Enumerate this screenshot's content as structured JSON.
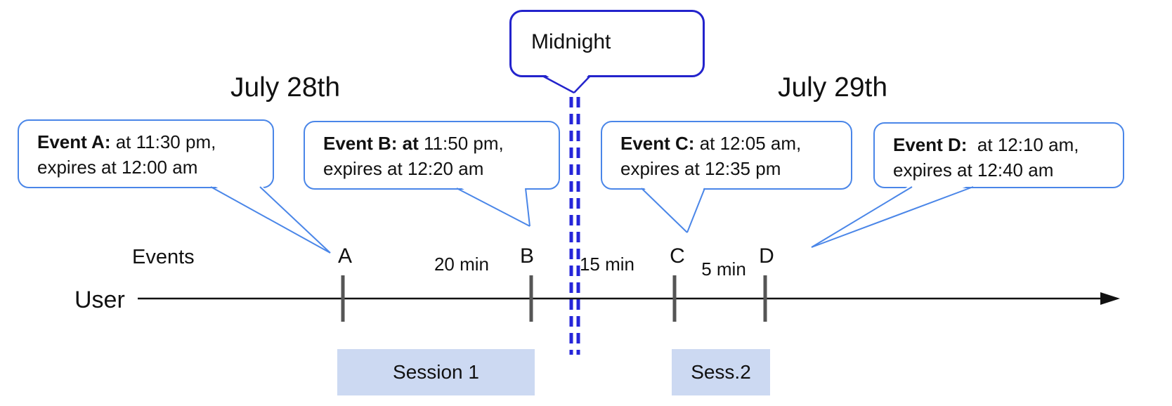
{
  "diagram": {
    "title_left_date": "July 28th",
    "title_right_date": "July 29th",
    "midnight_label": "Midnight",
    "axis": {
      "events_label": "Events",
      "user_label": "User"
    },
    "ticks": [
      {
        "label": "A"
      },
      {
        "label": "B"
      },
      {
        "label": "C"
      },
      {
        "label": "D"
      }
    ],
    "intervals": [
      {
        "label": "20 min"
      },
      {
        "label": "15 min"
      },
      {
        "label": "5 min"
      }
    ],
    "callouts": [
      {
        "bold": "Event A:",
        "rest": " at 11:30 pm,",
        "line2": "expires at 12:00 am"
      },
      {
        "bold": "Event B: at",
        "rest": " 11:50 pm,",
        "line2": "expires at 12:20 am"
      },
      {
        "bold": "Event C:",
        "rest": " at 12:05 am,",
        "line2": "expires at 12:35 pm"
      },
      {
        "bold": "Event D:",
        "rest": "  at 12:10 am,",
        "line2": "expires at 12:40 am"
      }
    ],
    "sessions": [
      {
        "label": "Session 1"
      },
      {
        "label": "Sess.2"
      }
    ],
    "colors": {
      "callout_border": "#4a86e8",
      "midnight_blue": "#2323cc",
      "dash_blue": "#2626d9",
      "session_fill": "#ccd9f2",
      "tick_gray": "#555555"
    }
  }
}
